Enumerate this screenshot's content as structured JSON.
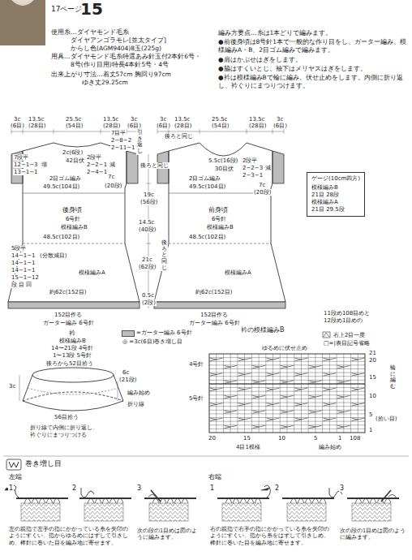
{
  "diagram": {
    "title": "15",
    "nodes": [
      {
        "text": [
          "ゲージ(10cm四方)",
          "模様編みB",
          "21目 28段",
          "模様編みA",
          "21目 29.5段"
        ]
      }
    ],
    "labels": [
      "17ページ",
      "使用糸…ダイヤモンド毛糸",
      "ダイヤアンゴラモレ[並太タイプ]",
      "からし色(AGM9404)8玉(225g)",
      "用具…ダイヤモンド毛糸特選あみ針玉付2本針6号・",
      "8号(作り目用)特長4本針5号・4号",
      "出来上がり寸法…着丈57cm 胸回り97cm",
      "ゆき丈29.25cm",
      "編み方要点…糸は1本どりで編みます。",
      "●前後身頃は8号針1本で一般的な作り目をし、ガーター編み、模様編みA・B、2目ゴム編みで編みます。",
      "●肩はかぶせはぎをします。",
      "●脇はすくいとじ、袖下はメリヤスはぎをします。",
      "●衿は模様編みBで輪に編み、伏せ止めをします。内側に折り返し、衿ぐりにまつりつけます。",
      "3c",
      "(6目)",
      "13.5c",
      "(28目)",
      "25.5c",
      "(54目)",
      "13.5c",
      "(28目)",
      "3c",
      "(6目)",
      "3c",
      "(6目)",
      "13.5c",
      "(28目)",
      "25.5c",
      "(54目)",
      "13.5c",
      "(28目)",
      "3c",
      "(6目)",
      "2c(6段)",
      "42目伏",
      "7段平",
      "12−1−3",
      "13−1−1",
      "増",
      "2段平",
      "2−2−1",
      "2−4−1",
      "減",
      "2目ゴム編み",
      "49.5c(104目)",
      "7c",
      "(20段)",
      "後身頃",
      "6号針",
      "模様編みB",
      "48.5c(102目)",
      "5段平",
      "14−1−1",
      "14−1−1",
      "14−1−1",
      "15−1−12",
      "段 目 回",
      "(分散減目)",
      "模様編みA",
      "約62c(152目)",
      "152目作る",
      "ガーター編み 6号針",
      "7目平",
      "2−8−2",
      "2−11−1",
      "引き返し",
      "後ろと同じ",
      "19c",
      "(56段)",
      "後ろと同じ",
      "14.5c",
      "(40段)",
      "21c",
      "(62段)",
      "0.5c",
      "(2段)",
      "後ろと同じ",
      "5.5c(16段)",
      "30目伏",
      "2段平",
      "2−2−3",
      "2−3−1",
      "減",
      "2目ゴム編み",
      "49.5c(104目)",
      "7c",
      "(20段)",
      "前身頃",
      "6号針",
      "模様編みB",
      "48.5c(102目)",
      "模様編みA",
      "約62c(152目)",
      "152目作る",
      "ガーター編み 6号針",
      "◎ =3c(6目)巻き増し目",
      "衿",
      "模様編みB",
      "14〜21段 4号針",
      "1〜13段 5号針",
      "後ろから52目拾う",
      "6c",
      "(21段)",
      "3c",
      "編み始め",
      "折り線",
      "56目拾う",
      "折り線で内側に折り返し、",
      "衿ぐりにまつりつける",
      "衿の模様編みB",
      "11段め108目めと",
      "12段め1目めの",
      "右上2目一度",
      "□=|表目記号省略",
      "ゆるめに伏せ止め",
      "4号針",
      "5号針",
      "21",
      "20",
      "15",
      "10",
      "5",
      "1",
      "輪に編む",
      "(拾い目)",
      "20",
      "15",
      "10",
      "5",
      "1",
      "108",
      "4目1模様",
      "編み始め",
      "巻き増し目",
      "左端",
      "右端",
      "1",
      "2",
      "3",
      "1",
      "2",
      "3",
      "左の親指で左手の指にかかっている糸を矢印のようにすくい、指からゆるめにはずして引きしめ、棒針に巻いた目を編み地に寄せます。",
      "次の段の1目めは図のように編みます。",
      "右の親指で右手の指にかかっている糸を矢印のようにすくい、指から糸をはずして引きしめ、棒針に巻いた目を編み地に寄せます。",
      "次の段の1目めは図のように編みます。"
    ],
    "legend": [
      {
        "text": "=ガーター編み 6号針",
        "color": "#bdbdbd"
      }
    ]
  }
}
